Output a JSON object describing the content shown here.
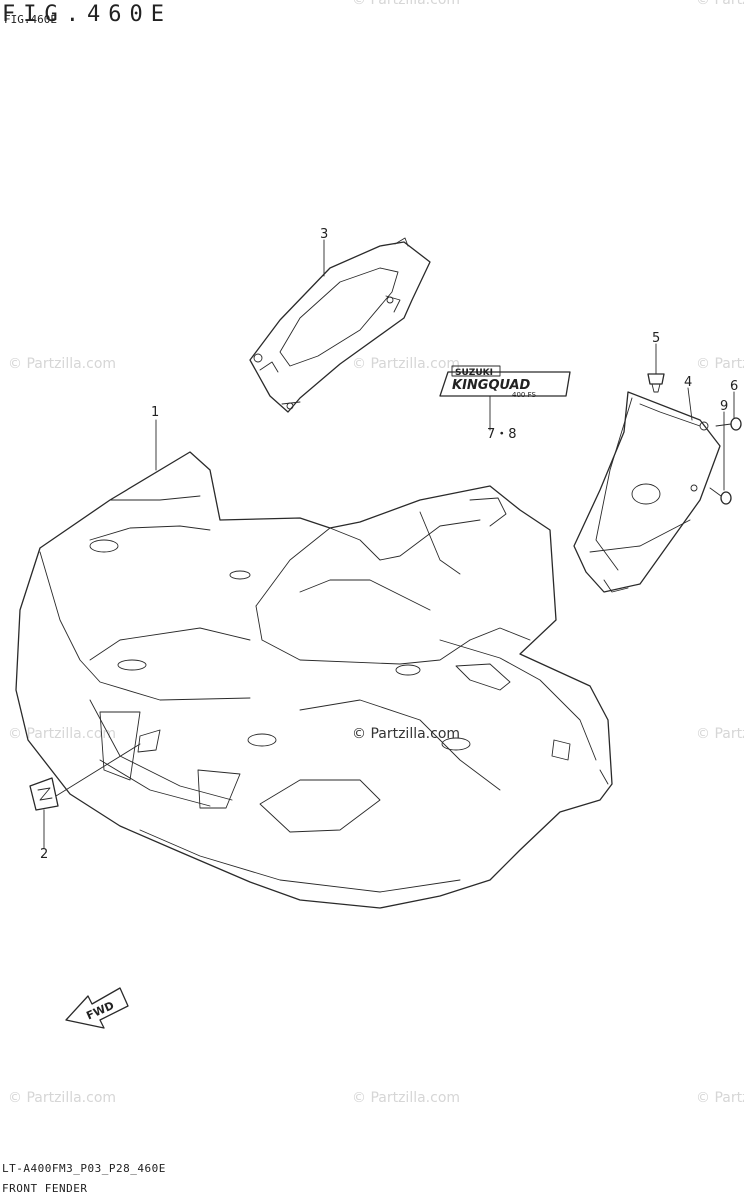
{
  "figure": {
    "title": "FIG.460E",
    "subtitle": "FIG.460E",
    "footer_code": "LT-A400FM3_P03_P28_460E",
    "footer_name": "FRONT FENDER"
  },
  "watermark": "© Partzilla.com",
  "decal": {
    "brand": "SUZUKI",
    "model": "KINGQUAD",
    "badge": "400 FS"
  },
  "fwd_label": "FWD",
  "callouts": [
    "1",
    "2",
    "3",
    "4",
    "5",
    "6",
    "7・8",
    "9"
  ]
}
